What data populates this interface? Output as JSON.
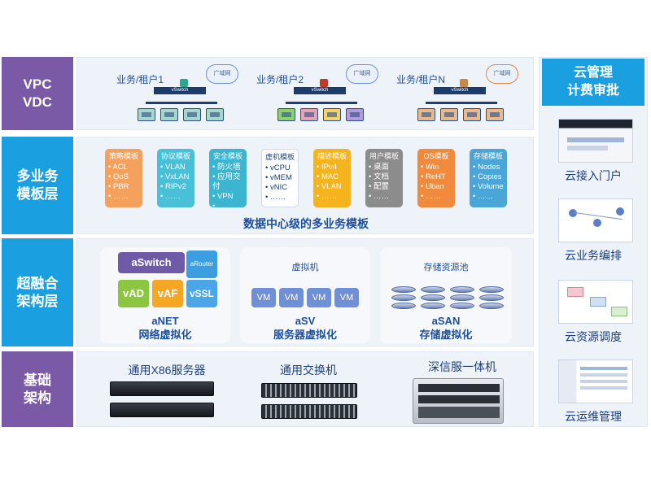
{
  "rows": {
    "vpc": {
      "label": "VPC\nVDC",
      "color": "#7a5aa6"
    },
    "template": {
      "label": "多业务\n模板层",
      "color": "#1aa0e0"
    },
    "hci": {
      "label": "超融合\n架构层",
      "color": "#1aa0e0"
    },
    "base": {
      "label": "基础\n架构",
      "color": "#7a5aa6"
    }
  },
  "tenants": [
    {
      "label": "业务/租户1",
      "theme": "#2aa88a",
      "icon": "green-box-icon"
    },
    {
      "label": "业务/租户2",
      "theme": "#c0392b",
      "icon": "red-box-icon"
    },
    {
      "label": "业务/租户N",
      "theme": "#c8884a",
      "icon": "orange-box-icon"
    }
  ],
  "templates": {
    "caption": "数据中心级的多业务模板",
    "items": [
      {
        "title": "策略模板",
        "items": [
          "ACL",
          "QoS",
          "PBR",
          "……"
        ],
        "color": "#f4a15d"
      },
      {
        "title": "协议模板",
        "items": [
          "VLAN",
          "VxLAN",
          "RIPv2",
          "……"
        ],
        "color": "#4ac0d8"
      },
      {
        "title": "安全模板",
        "items": [
          "防火墙",
          "应用交付",
          "VPN",
          "……"
        ],
        "color": "#3cb5d0"
      },
      {
        "title": "虚机模板",
        "items": [
          "vCPU",
          "vMEM",
          "vNIC",
          "……"
        ],
        "color": "#ffffff",
        "text": "#1d3f7a",
        "border": "#cfd8e8"
      },
      {
        "title": "描述模板",
        "items": [
          "IPv4",
          "MAC",
          "VLAN",
          "……"
        ],
        "color": "#f5b41e"
      },
      {
        "title": "用户模板",
        "items": [
          "桌面",
          "文档",
          "配置",
          "……"
        ],
        "color": "#8c8c8c"
      },
      {
        "title": "OS模板",
        "items": [
          "Win",
          "ReHT",
          "Uban",
          "……"
        ],
        "color": "#f08a3c"
      },
      {
        "title": "存储模板",
        "items": [
          "Nodes",
          "Copies",
          "Volume",
          "……"
        ],
        "color": "#4aa6d6"
      }
    ]
  },
  "hci": {
    "anet": {
      "caption1": "aNET",
      "caption2": "网络虚拟化",
      "aswitch": "aSwitch",
      "arouter": "aRouter",
      "vad": "vAD",
      "vaf": "vAF",
      "vssl": "vSSL"
    },
    "asv": {
      "title": "虚拟机",
      "vms": [
        "VM",
        "VM",
        "VM",
        "VM"
      ],
      "caption1": "aSV",
      "caption2": "服务器虚拟化"
    },
    "asan": {
      "title": "存储资源池",
      "caption1": "aSAN",
      "caption2": "存储虚拟化"
    }
  },
  "base": {
    "servers": "通用X86服务器",
    "switches": "通用交换机",
    "appliance": "深信服一体机"
  },
  "right": {
    "header": "云管理\n计费审批",
    "header_color": "#1aa0e0",
    "items": [
      {
        "label": "云接入门户",
        "icon": "portal-screenshot-icon"
      },
      {
        "label": "云业务编排",
        "icon": "orchestration-diagram-icon"
      },
      {
        "label": "云资源调度",
        "icon": "scheduling-diagram-icon"
      },
      {
        "label": "云运维管理",
        "icon": "ops-console-icon"
      }
    ]
  }
}
